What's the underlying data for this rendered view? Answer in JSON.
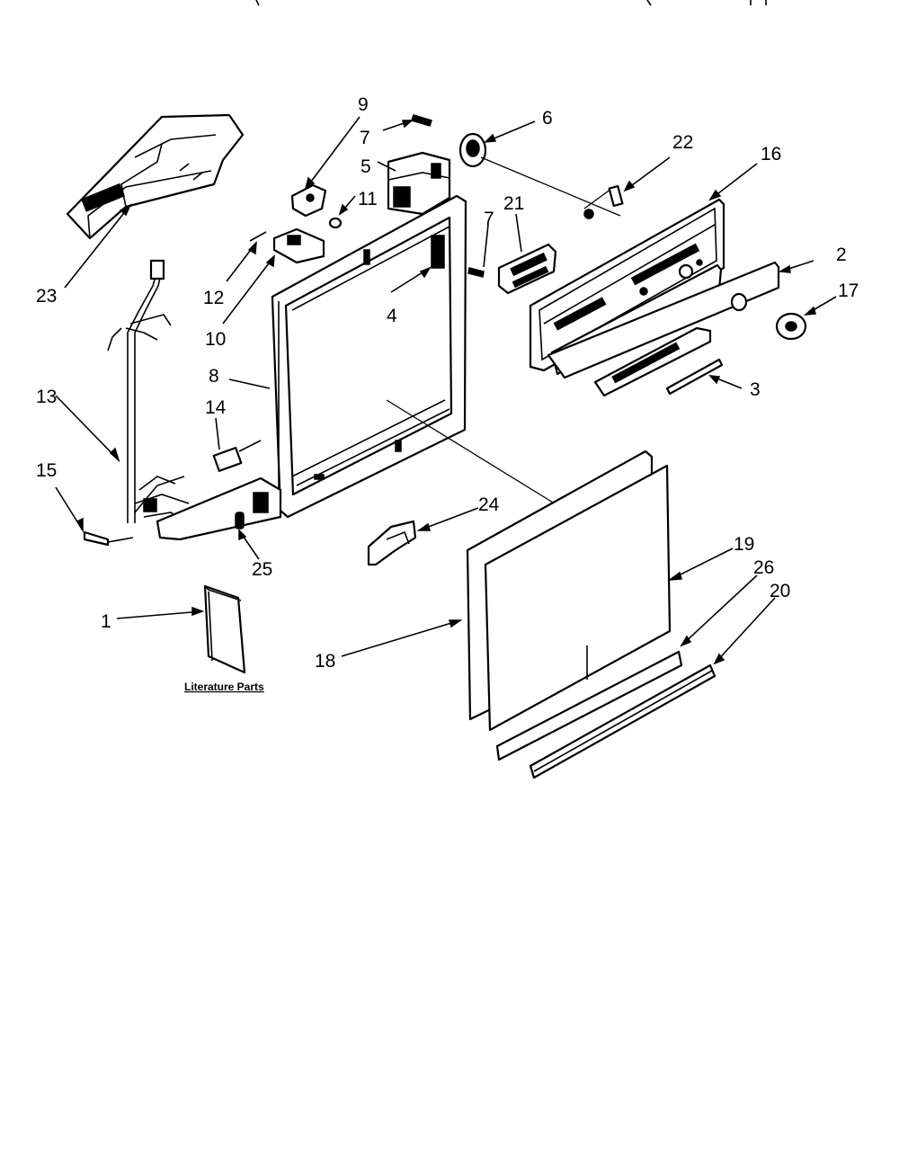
{
  "callouts": [
    {
      "id": "c1",
      "text": "1"
    },
    {
      "id": "c2",
      "text": "2"
    },
    {
      "id": "c3",
      "text": "3"
    },
    {
      "id": "c4",
      "text": "4"
    },
    {
      "id": "c5",
      "text": "5"
    },
    {
      "id": "c6",
      "text": "6"
    },
    {
      "id": "c7a",
      "text": "7"
    },
    {
      "id": "c7b",
      "text": "7"
    },
    {
      "id": "c8",
      "text": "8"
    },
    {
      "id": "c9",
      "text": "9"
    },
    {
      "id": "c10",
      "text": "10"
    },
    {
      "id": "c11",
      "text": "11"
    },
    {
      "id": "c12",
      "text": "12"
    },
    {
      "id": "c13",
      "text": "13"
    },
    {
      "id": "c14",
      "text": "14"
    },
    {
      "id": "c15",
      "text": "15"
    },
    {
      "id": "c16",
      "text": "16"
    },
    {
      "id": "c17",
      "text": "17"
    },
    {
      "id": "c18",
      "text": "18"
    },
    {
      "id": "c19",
      "text": "19"
    },
    {
      "id": "c20",
      "text": "20"
    },
    {
      "id": "c21",
      "text": "21"
    },
    {
      "id": "c22",
      "text": "22"
    },
    {
      "id": "c23",
      "text": "23"
    },
    {
      "id": "c24",
      "text": "24"
    },
    {
      "id": "c25",
      "text": "25"
    },
    {
      "id": "c26",
      "text": "26"
    }
  ],
  "literature_label": "Literature Parts",
  "colors": {
    "ink": "#000000",
    "paper": "#ffffff"
  }
}
